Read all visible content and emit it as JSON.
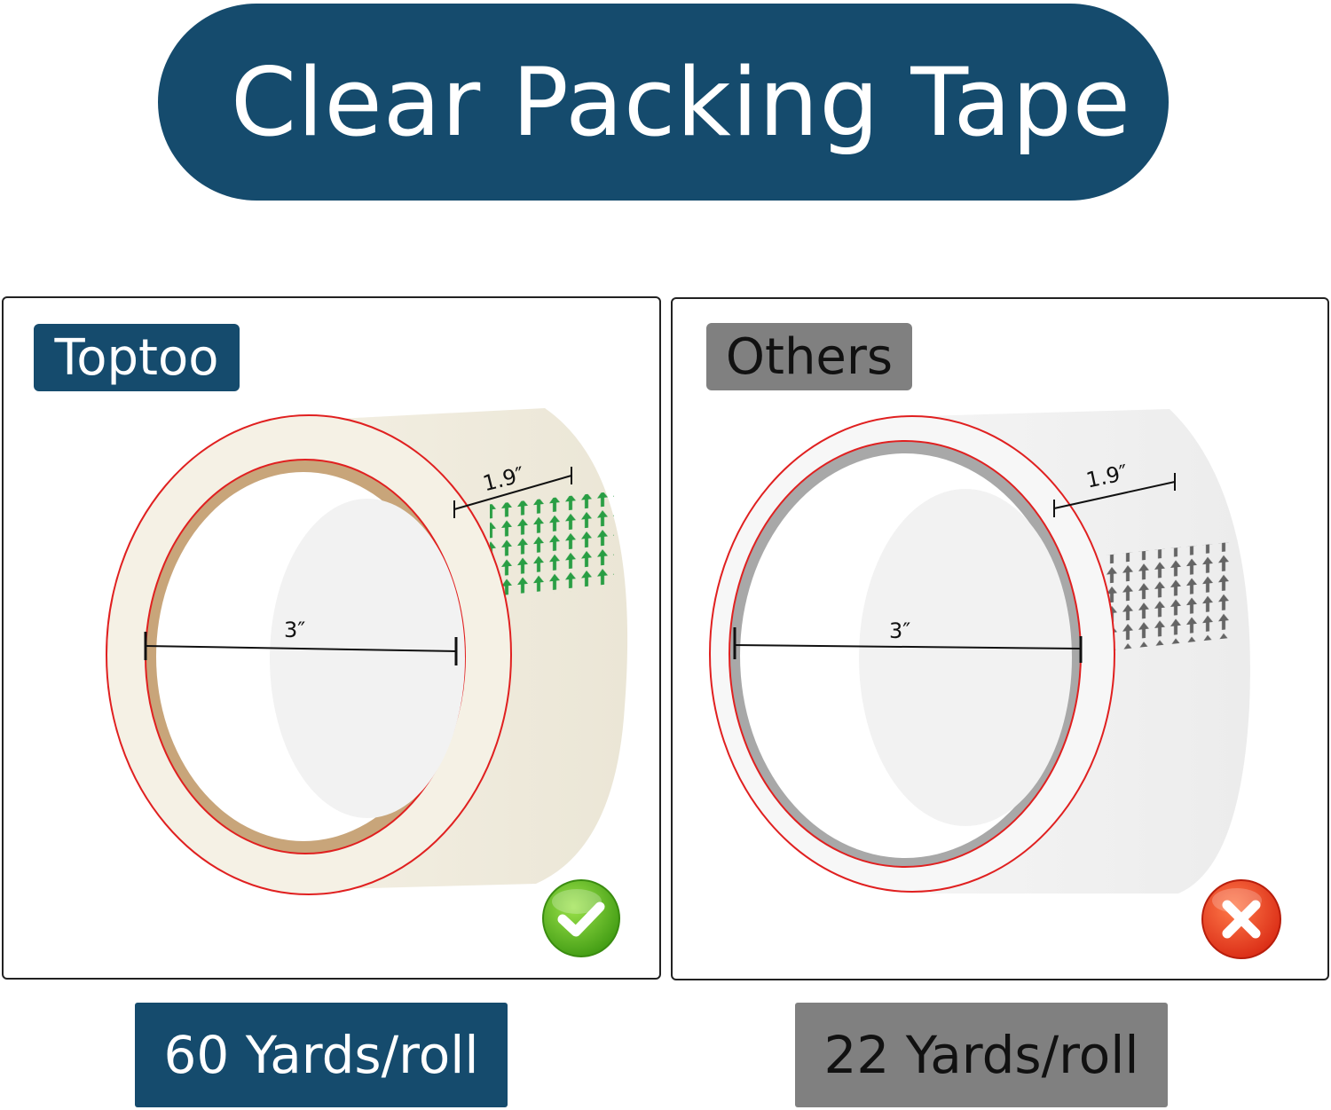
{
  "title": "Clear Packing Tape",
  "left_panel": {
    "brand": "Toptoo",
    "width_dimension": "1.9″",
    "diameter_dimension": "3″",
    "badge_icon": "green-check-icon",
    "footer": "60 Yards/roll",
    "accent": "#154b6d"
  },
  "right_panel": {
    "brand": "Others",
    "width_dimension": "1.9″",
    "diameter_dimension": "3″",
    "badge_icon": "red-cross-icon",
    "footer": "22 Yards/roll",
    "accent": "#808080"
  },
  "colors": {
    "primary": "#154b6d",
    "secondary": "#808080",
    "outline": "#e02020",
    "check": "#4caf1a",
    "cross": "#e53a1e"
  }
}
